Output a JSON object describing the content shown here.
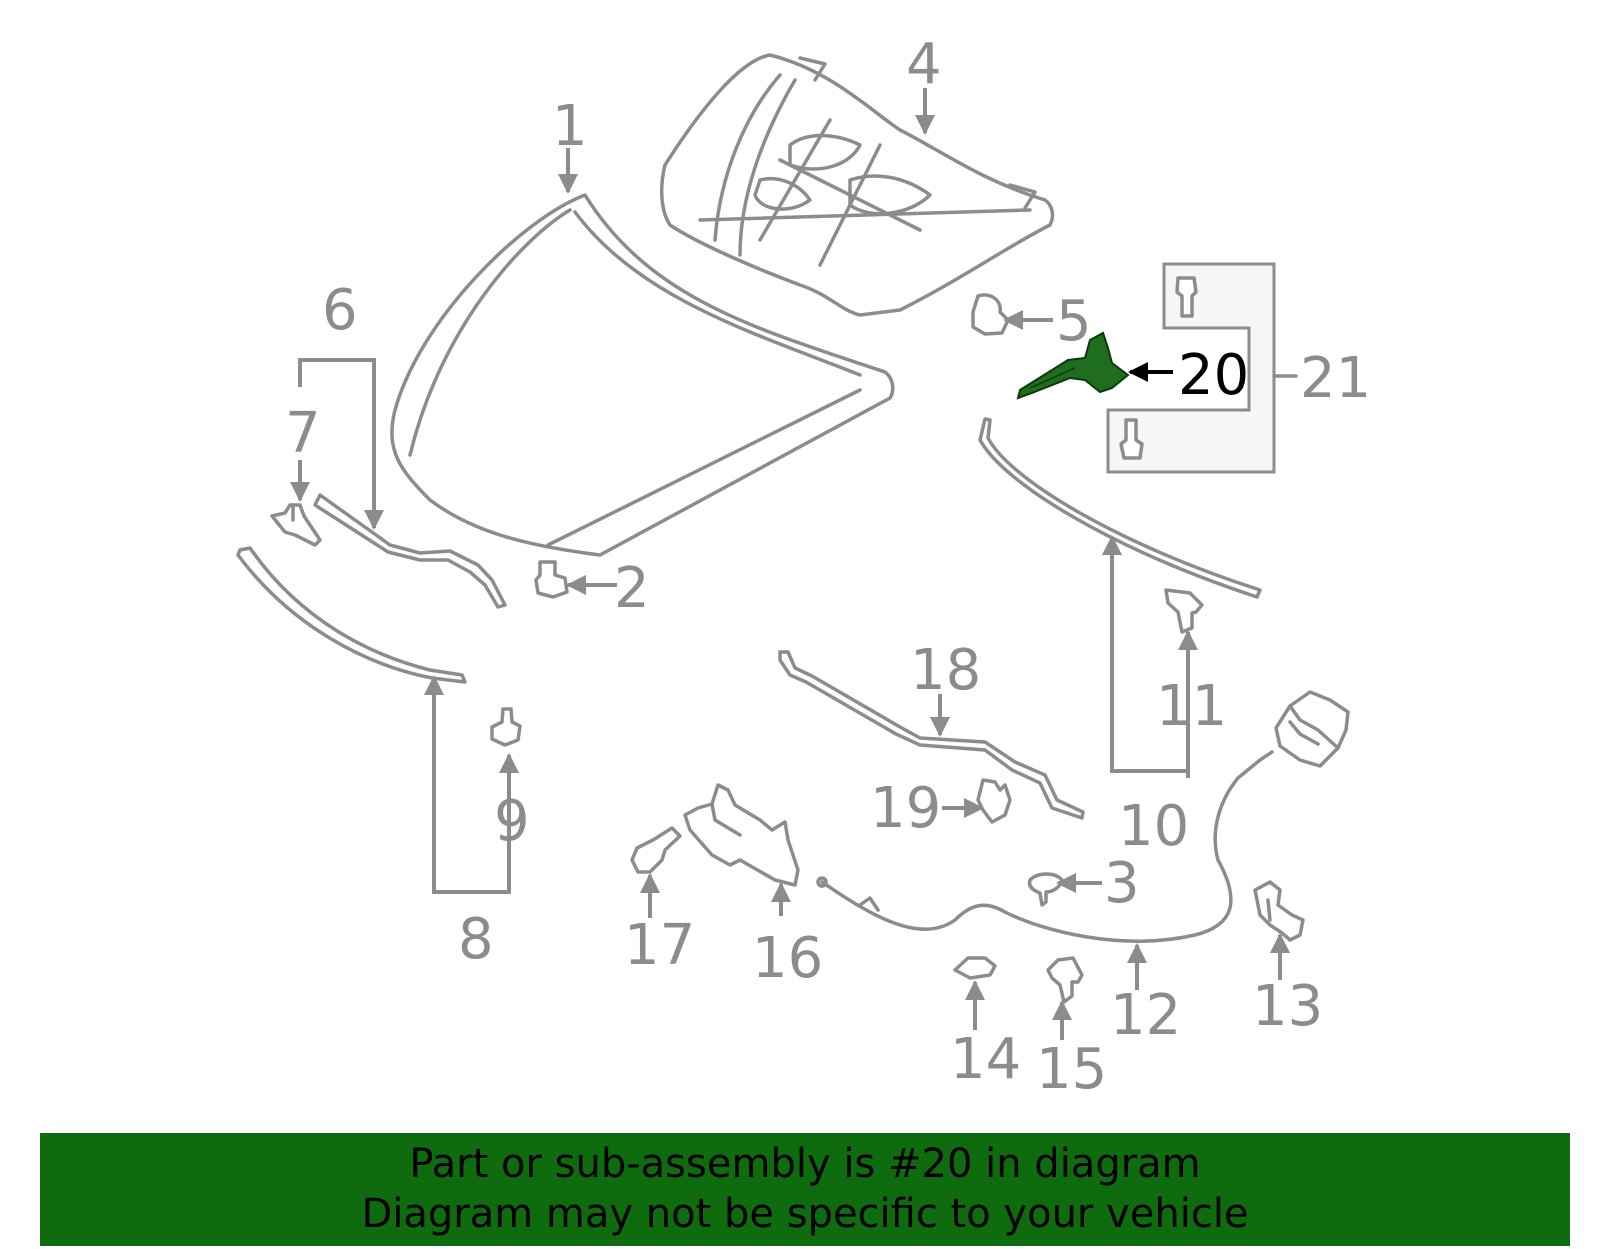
{
  "diagram": {
    "callouts": [
      "1",
      "2",
      "3",
      "4",
      "5",
      "6",
      "7",
      "8",
      "9",
      "10",
      "11",
      "12",
      "13",
      "14",
      "15",
      "16",
      "17",
      "18",
      "19",
      "20",
      "21"
    ],
    "highlighted_part": "20",
    "highlight_color": "#1f6e1f",
    "line_color": "#8c8c8c"
  },
  "banner": {
    "line1": "Part or sub-assembly is #20 in diagram",
    "line2": "Diagram may not be specific to your vehicle",
    "background": "#0e6b0e"
  }
}
